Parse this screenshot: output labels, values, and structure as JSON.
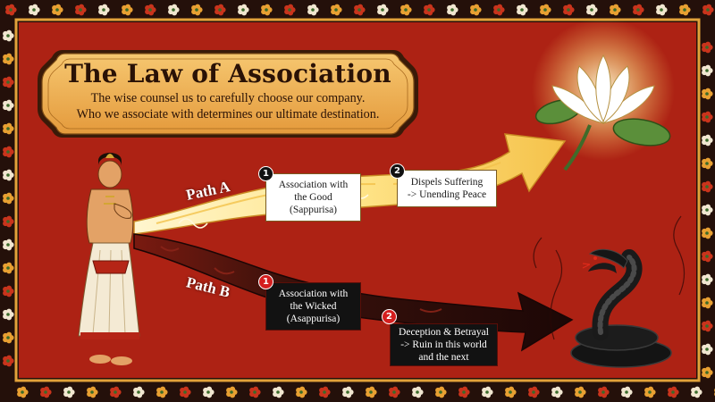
{
  "title": "The Law of Association",
  "subtitle_lines": [
    "The wise counsel us to carefully choose our company.",
    "Who we associate with determines our ultimate destination."
  ],
  "paths": {
    "a": {
      "label": "Path A",
      "steps": [
        {
          "number": "1",
          "lines": [
            "Association with",
            "the Good",
            "(Sappurisa)"
          ]
        },
        {
          "number": "2",
          "lines": [
            "Dispels Suffering",
            "-> Unending Peace"
          ]
        }
      ]
    },
    "b": {
      "label": "Path B",
      "steps": [
        {
          "number": "1",
          "lines": [
            "Association with",
            "the Wicked",
            "(Asappurisa)"
          ]
        },
        {
          "number": "2",
          "lines": [
            "Deception & Betrayal",
            "-> Ruin in this world",
            "and the next"
          ]
        }
      ]
    }
  },
  "colors": {
    "background_red": "#b52516",
    "border_dark": "#24100a",
    "banner_gold": "#f0b55a",
    "good_path_gold": "#ffe58a",
    "bad_path_dark": "#2a0d0a",
    "badge_red": "#d41e1e"
  },
  "icons": [
    "lotus-icon",
    "cobra-icon",
    "praying-figure-icon",
    "floral-border"
  ]
}
